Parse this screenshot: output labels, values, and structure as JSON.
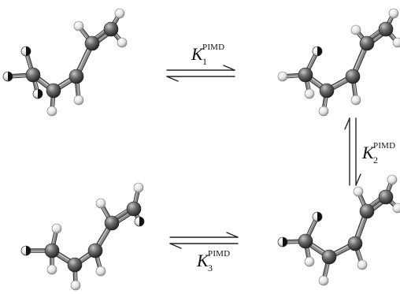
{
  "equilibria": [
    {
      "id": "k1",
      "symbol": "K",
      "subscript": "1",
      "superscript": "PIMD"
    },
    {
      "id": "k2",
      "symbol": "K",
      "subscript": "2",
      "superscript": "PIMD"
    },
    {
      "id": "k3",
      "symbol": "K",
      "subscript": "3",
      "superscript": "PIMD"
    }
  ],
  "colors": {
    "carbon": "#5a5a5a",
    "hydrogen": "#e6e6e6",
    "deuterium_dark": "#111111",
    "arrow": "#222222"
  },
  "molecule_count": 4
}
